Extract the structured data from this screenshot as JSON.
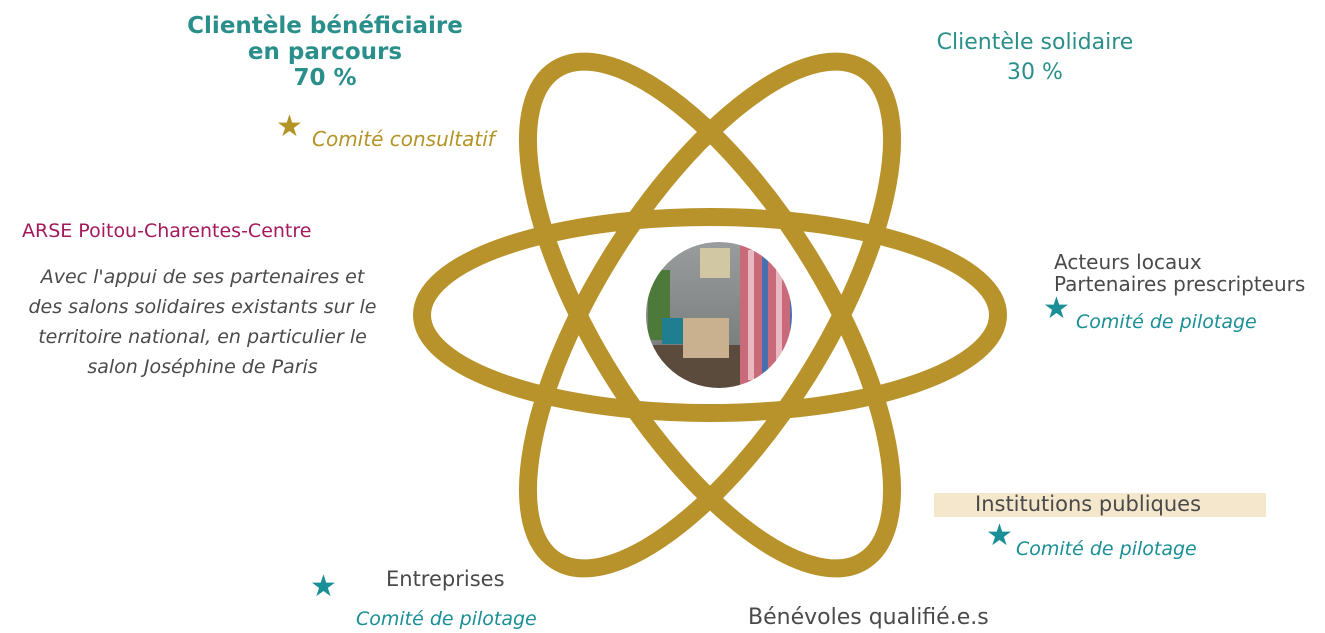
{
  "colors": {
    "orbit": "#b8922a",
    "teal": "#2a8f8a",
    "gold": "#b49426",
    "crimson": "#a3195b",
    "highlight": "#f4e7cc"
  },
  "center_image": {
    "alt": "salon-interior-photo"
  },
  "groups": {
    "clientele_beneficiaire": {
      "line1": "Clientèle bénéficiaire",
      "line2": "en parcours",
      "percent": "70 %",
      "committee": "Comité consultatif",
      "icon": "star-icon"
    },
    "clientele_solidaire": {
      "line1": "Clientèle solidaire",
      "percent": "30 %"
    },
    "arse": {
      "title": "ARSE Poitou-Charentes-Centre",
      "desc_line1": "Avec l'appui de ses partenaires et",
      "desc_line2": "des salons solidaires existants sur le",
      "desc_line3": "territoire national, en particulier le",
      "desc_line4": "salon Joséphine de Paris"
    },
    "acteurs_locaux": {
      "line1": "Acteurs locaux",
      "line2": "Partenaires prescripteurs",
      "committee": "Comité de pilotage",
      "icon": "star-icon"
    },
    "institutions": {
      "label": "Institutions publiques",
      "committee": "Comité de pilotage",
      "icon": "star-icon"
    },
    "entreprises": {
      "label": "Entreprises",
      "committee": "Comité de pilotage",
      "icon": "star-icon"
    },
    "benevoles": {
      "label": "Bénévoles qualifié.e.s"
    }
  }
}
